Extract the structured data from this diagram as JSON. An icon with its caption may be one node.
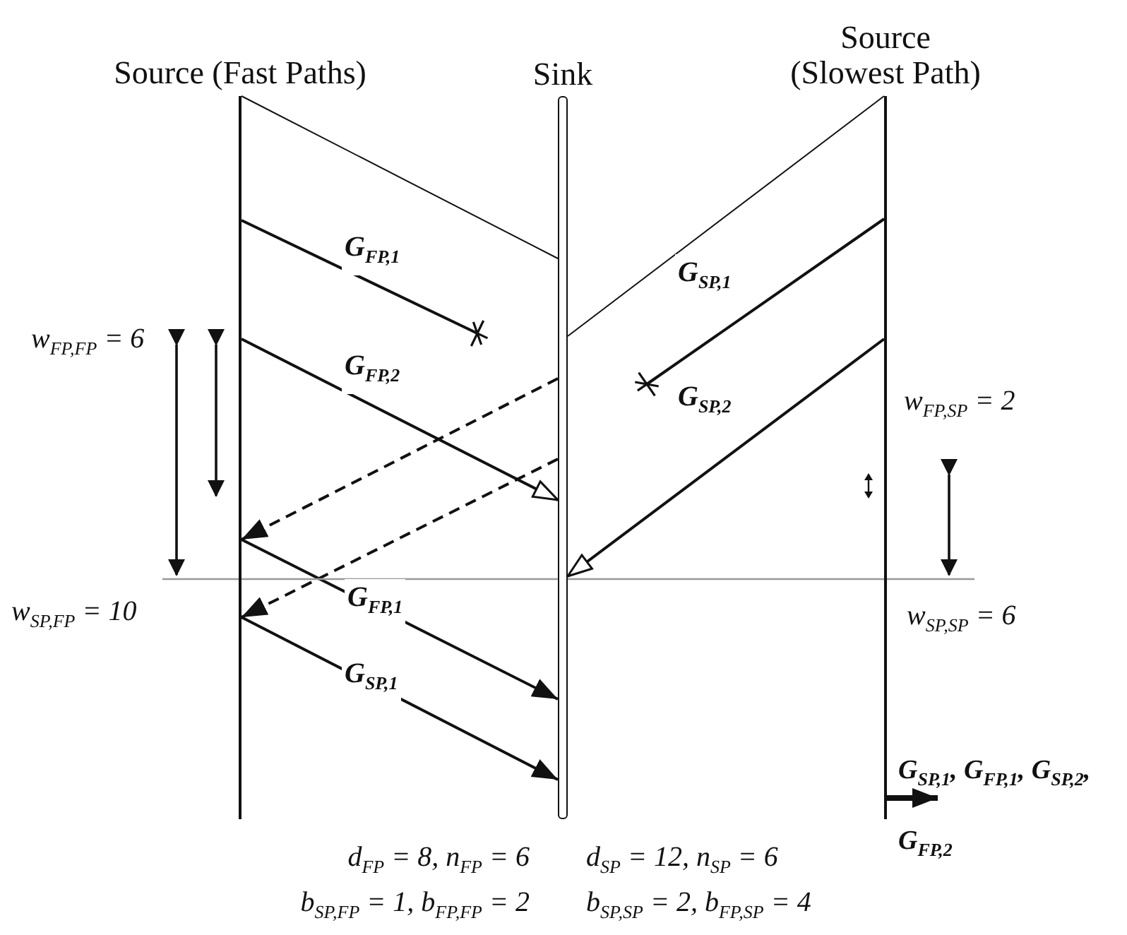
{
  "diagram": {
    "nodes": [
      {
        "text": [
          "Source (Fast Paths)"
        ]
      },
      {
        "text": [
          "Sink"
        ]
      },
      {
        "text": [
          "Source (Slowest Path)"
        ]
      }
    ],
    "edges": [
      {
        "from": 0,
        "to": 1,
        "arrow": "none"
      },
      {
        "from": 0,
        "to": null,
        "arrow": "other",
        "label": "G$_{FP,1}$"
      },
      {
        "from": 0,
        "to": 1,
        "arrow": "to",
        "label": "G$_{FP,2}$"
      },
      {
        "from": 2,
        "to": 1,
        "arrow": "none"
      },
      {
        "from": 2,
        "to": null,
        "arrow": "other",
        "label": "G$_{SP,1}$"
      },
      {
        "from": 2,
        "to": 1,
        "arrow": "to",
        "label": "G$_{SP,2}$"
      },
      {
        "from": 1,
        "to": 0,
        "arrow": "to",
        "style": "dashed"
      },
      {
        "from": 1,
        "to": 0,
        "arrow": "to",
        "style": "dashed"
      },
      {
        "from": 0,
        "to": 1,
        "arrow": "to",
        "label": "G$_{FP,1}$"
      },
      {
        "from": 0,
        "to": 1,
        "arrow": "to",
        "label": "G$_{SP,1}$"
      },
      {
        "from": 2,
        "to": null,
        "arrow": "to",
        "style": "thick",
        "label": "G$_{SP,1}$, G$_{FP,1}$, G$_{SP,2}$, G$_{FP,2}$"
      }
    ],
    "labels": [
      "w$_{FP,FP}$ = 6",
      "w$_{FP,SP}$ = 2",
      "w$_{SP,FP}$ = 10",
      "w$_{SP,SP}$ = 6",
      "d$_{FP}$ = 8, n$_{FP}$ = 6",
      "d$_{SP}$ = 12, n$_{SP}$ = 6",
      "b$_{SP,FP}$ = 1, b$_{FP,FP}$ = 2",
      "b$_{SP,SP}$ = 2, b$_{FP,SP}$ = 4"
    ]
  }
}
